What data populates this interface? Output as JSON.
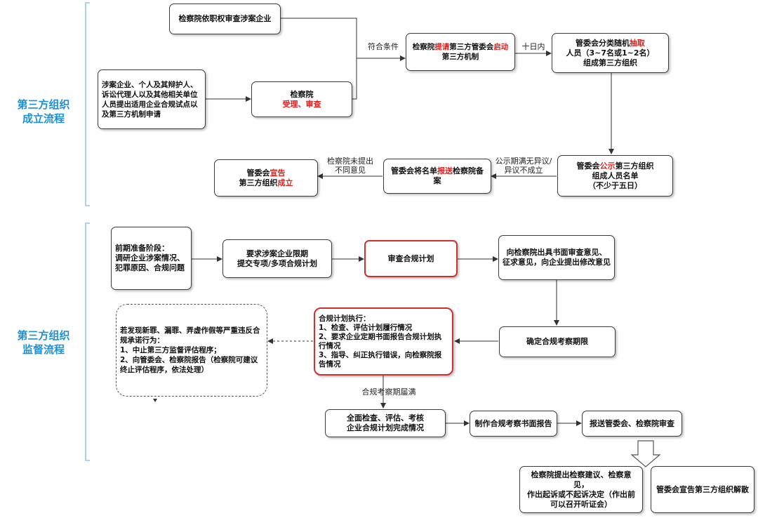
{
  "sections": {
    "establish": [
      "第三方组织",
      "成立流程"
    ],
    "supervise": [
      "第三方组织",
      "监督流程"
    ]
  },
  "colors": {
    "section": "#1e90d6",
    "highlight": "#e0201c",
    "red_border": "#d03030"
  },
  "nodes": {
    "procuratorate_review": "检察院依职权审查涉案企业",
    "application": "涉案企业、个人及其辩护人、诉讼代理人以及其他相关单位人员提出适用企业合规试点以及第三方机制申请",
    "accept": {
      "line1": "检察院",
      "line2_a": "受理",
      "line2_b": "、",
      "line2_c": "审查"
    },
    "propose": {
      "a": "检察院",
      "b": "提请",
      "c": "第三方管委会",
      "d": "启动",
      "line2": "第三方机制"
    },
    "random_select": {
      "a": "管委会分类随机",
      "b": "抽取",
      "line2": "人员（3~7名或1~2名）",
      "line3": "组成第三方组织"
    },
    "publicize": {
      "a": "管委会",
      "b": "公示",
      "c": "第三方组织",
      "line2": "组成人员名单",
      "line3": "（不少于五日）"
    },
    "report": {
      "a": "管委会将名单",
      "b": "报送",
      "c": "检察院备案"
    },
    "announce": {
      "a": "管委会",
      "b": "宣告",
      "line2_a": "第三方组织",
      "line2_b": "成立"
    },
    "prep": [
      "前期准备阶段：",
      "调研企业涉案情况、",
      "犯罪原因、合规问题"
    ],
    "require_plan": [
      "要求涉案企业限期",
      "提交专项/多项合规计划"
    ],
    "review_plan": "审查合规计划",
    "opinion": [
      "向检察院出具书面审查意见、",
      "征求意见，向企业提出修改意见"
    ],
    "confirm_period": "确定合规考察期限",
    "execute": [
      "合规计划执行：",
      "1、检查、评估计划履行情况",
      "2、要求企业定期书面报告合规计划执行情况",
      "3、指导、纠正执行错误，向检察院报告情况"
    ],
    "violation": [
      "若发现新罪、漏罪、弄虚作假等严重违反合规承诺行为：",
      "1、中止第三方监督评估程序；",
      "2、向管委会、检察院报告（检察院可建议终止评估程序，依法处理）"
    ],
    "full_check": [
      "全面检查、评估、考核",
      "企业合规计划完成情况"
    ],
    "make_report": "制作合规考察书面报告",
    "submit": "报送管委会、检察院审查",
    "proc_decision": [
      "检察院提出检察建议、检察意见，",
      "作出起诉或不起诉决定（作出前",
      "可以召开听证会）"
    ],
    "dissolve": "管委会宣告第三方组织解散"
  },
  "edge_labels": {
    "meets": "符合条件",
    "ten_days": "十日内",
    "no_objection": [
      "公示期满无异议/",
      "异议不成立"
    ],
    "no_dissent": [
      "检察院未提出",
      "不同意见"
    ],
    "period_end": "合规考察期届满"
  }
}
